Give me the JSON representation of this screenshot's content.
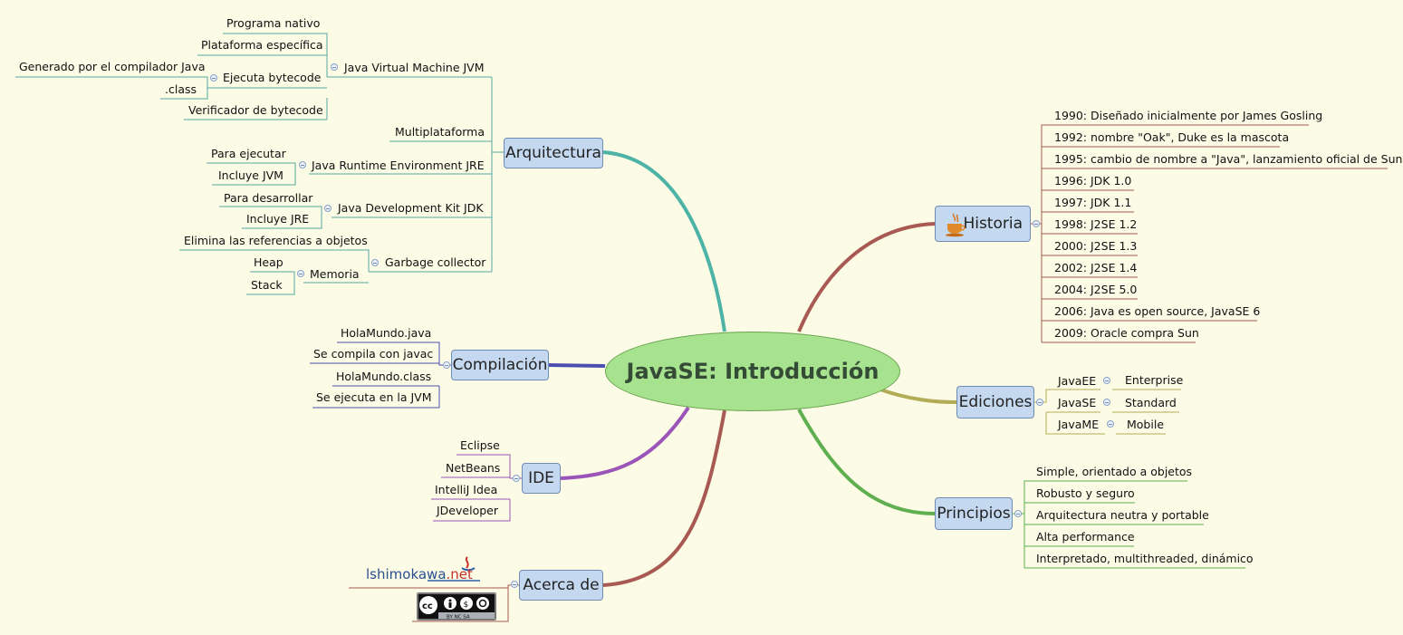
{
  "central": "JavaSE: Introducción",
  "arquitectura": {
    "title": "Arquitectura",
    "jvm": {
      "label": "Java Virtual Machine JVM",
      "items": [
        "Programa nativo",
        "Plataforma específica",
        "Ejecuta bytecode",
        "Verificador de bytecode"
      ],
      "bytecode_children": [
        "Generado por el compilador Java",
        ".class"
      ]
    },
    "multiplataforma": "Multiplataforma",
    "jre": {
      "label": "Java Runtime Environment JRE",
      "items": [
        "Para ejecutar",
        "Incluye JVM"
      ]
    },
    "jdk": {
      "label": "Java Development Kit JDK",
      "items": [
        "Para desarrollar",
        "Incluye JRE"
      ]
    },
    "gc": {
      "label": "Garbage collector",
      "items": [
        "Elimina las referencias a objetos",
        "Memoria"
      ],
      "memoria_children": [
        "Heap",
        "Stack"
      ]
    }
  },
  "compilacion": {
    "title": "Compilación",
    "items": [
      "HolaMundo.java",
      "Se compila con javac",
      "HolaMundo.class",
      "Se ejecuta en la JVM"
    ]
  },
  "ide": {
    "title": "IDE",
    "items": [
      "Eclipse",
      "NetBeans",
      "IntelliJ Idea",
      "JDeveloper"
    ]
  },
  "acerca": {
    "title": "Acerca de",
    "logo_text": "lshimokawa.net",
    "license_text": "BY  NC  SA"
  },
  "historia": {
    "title": "Historia",
    "icon": "coffee-cup-icon",
    "items": [
      "1990: Diseñado inicialmente por James Gosling",
      "1992: nombre \"Oak\", Duke es la mascota",
      "1995: cambio de nombre a \"Java\", lanzamiento oficial de Sun",
      "1996: JDK 1.0",
      "1997: JDK 1.1",
      "1998: J2SE 1.2",
      "2000: J2SE 1.3",
      "2002: J2SE 1.4",
      "2004: J2SE 5.0",
      "2006: Java es open source, JavaSE 6",
      "2009: Oracle compra Sun"
    ]
  },
  "ediciones": {
    "title": "Ediciones",
    "items": [
      {
        "name": "JavaEE",
        "desc": "Enterprise"
      },
      {
        "name": "JavaSE",
        "desc": "Standard"
      },
      {
        "name": "JavaME",
        "desc": "Mobile"
      }
    ]
  },
  "principios": {
    "title": "Principios",
    "items": [
      "Simple, orientado a objetos",
      "Robusto y seguro",
      "Arquitectura neutra y portable",
      "Alta performance",
      "Interpretado, multithreaded, dinámico"
    ]
  },
  "colors": {
    "background": "#fbfbe6",
    "central": "#a7e28f",
    "topic": "#c4d8f0",
    "arquitectura_branch": "#4db3a6",
    "compilacion_branch": "#4b4fb0",
    "ide_branch": "#9b55b8",
    "acerca_branch": "#a85a52",
    "historia_branch": "#a85a52",
    "ediciones_branch": "#b3ac57",
    "principios_branch": "#5fae4f"
  }
}
